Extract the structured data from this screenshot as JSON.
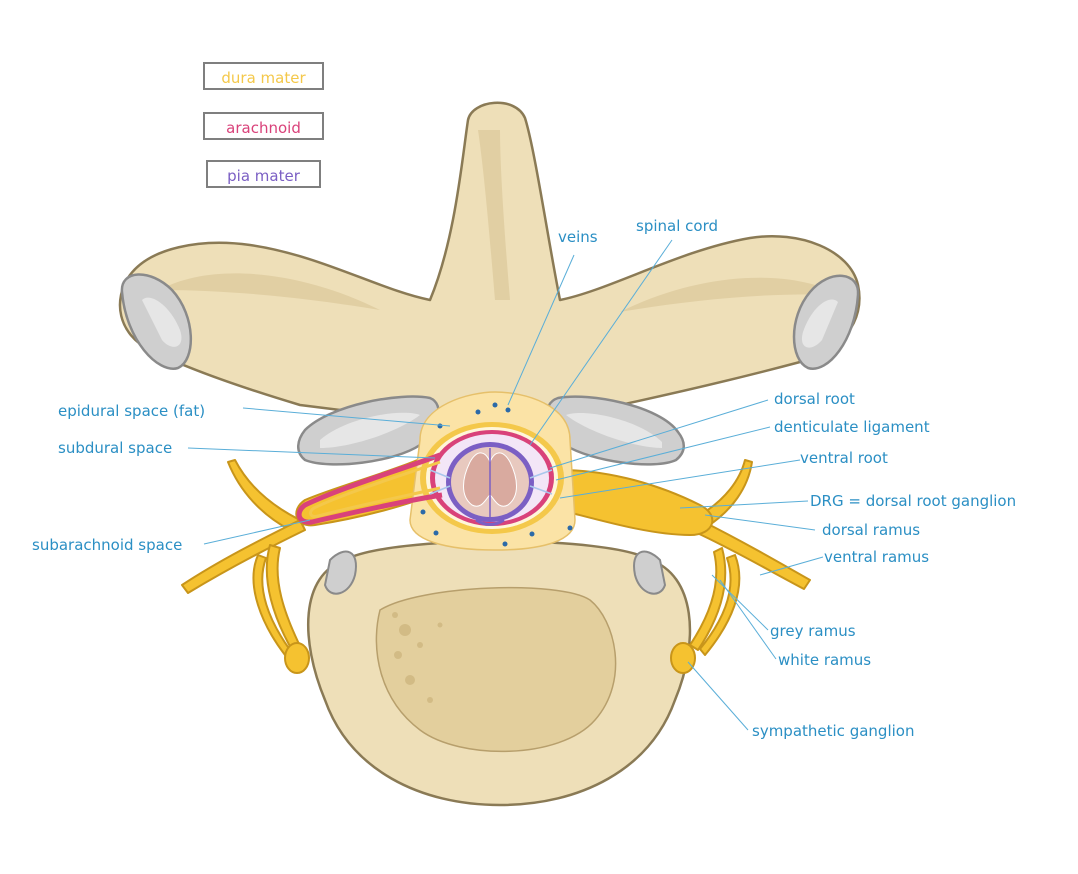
{
  "legend": [
    {
      "text": "dura mater",
      "color": "#f4c84a"
    },
    {
      "text": "arachnoid",
      "color": "#d9427a"
    },
    {
      "text": "pia mater",
      "color": "#7b5fc4"
    }
  ],
  "labels": {
    "veins": "veins",
    "spinal_cord": "spinal cord",
    "epidural_space": "epidural space (fat)",
    "subdural_space": "subdural space",
    "subarachnoid_space": "subarachnoid space",
    "dorsal_root": "dorsal root",
    "denticulate_ligament": "denticulate ligament",
    "ventral_root": "ventral root",
    "drg": "DRG = dorsal root ganglion",
    "dorsal_ramus": "dorsal ramus",
    "ventral_ramus": "ventral ramus",
    "grey_ramus": "grey ramus",
    "white_ramus": "white ramus",
    "sympathetic_ganglion": "sympathetic ganglion"
  },
  "colors": {
    "bone": "#eedfb8",
    "bone_outline": "#8a7a55",
    "nerve": "#f5c230",
    "label": "#2b8fc4",
    "leader": "#5aaed8"
  }
}
